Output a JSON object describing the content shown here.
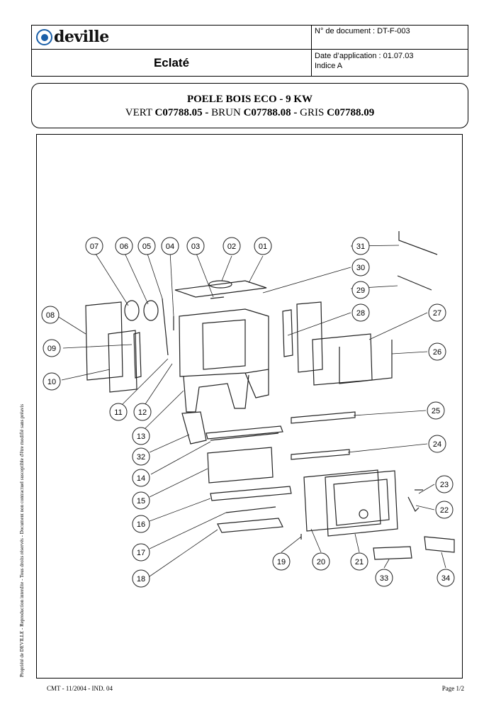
{
  "header": {
    "logo_text": "deville",
    "doc_title": "Eclaté",
    "doc_number": "N° de document : DT-F-003",
    "application_date": "Date d’application : 01.07.03",
    "index": "Indice A"
  },
  "title": {
    "line1": "POELE BOIS ECO - 9 KW",
    "vert_label": "VERT ",
    "vert_code": "C07788.05",
    "sep1": " - ",
    "brun_label": "BRUN ",
    "brun_code": "C07788.08",
    "sep2": " - ",
    "gris_label": "GRIS ",
    "gris_code": "C07788.09"
  },
  "diagram": {
    "callouts": [
      "01",
      "02",
      "03",
      "04",
      "05",
      "06",
      "07",
      "08",
      "09",
      "10",
      "11",
      "12",
      "13",
      "14",
      "15",
      "16",
      "17",
      "18",
      "19",
      "20",
      "21",
      "22",
      "23",
      "24",
      "25",
      "26",
      "27",
      "28",
      "29",
      "30",
      "31",
      "32",
      "33",
      "34"
    ]
  },
  "side_note": "Propriété de DEVILLE  -  Reproduction interdite - Tous droits réservés - Document non contractuel susceptible d'être modifié sans préavis",
  "footer": {
    "left": "CMT - 11/2004 - IND. 04",
    "right": "Page 1/2"
  }
}
